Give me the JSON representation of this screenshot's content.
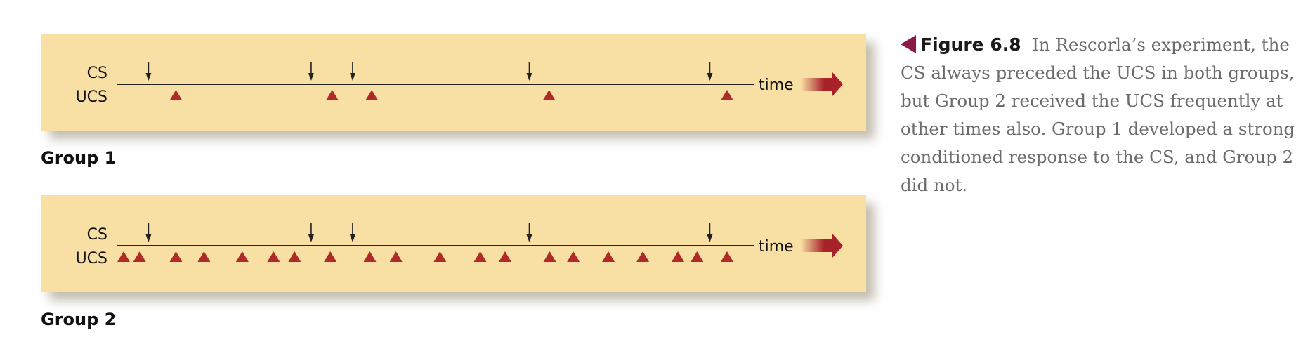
{
  "colors": {
    "panel": "#f8dfa3",
    "triangle": "#b02a2a",
    "arrow_fill": "#a8222a",
    "caption_marker": "#8b1a47"
  },
  "panels": [
    {
      "group_label": "Group 1",
      "cs_label": "CS",
      "ucs_label": "UCS",
      "time_label": "time",
      "cs_times": [
        0.05,
        0.305,
        0.37,
        0.647,
        0.93
      ],
      "ucs_times": [
        0.093,
        0.338,
        0.4,
        0.678,
        0.957
      ]
    },
    {
      "group_label": "Group 2",
      "cs_label": "CS",
      "ucs_label": "UCS",
      "time_label": "time",
      "cs_times": [
        0.05,
        0.305,
        0.37,
        0.647,
        0.93
      ],
      "ucs_times": [
        0.011,
        0.036,
        0.093,
        0.137,
        0.197,
        0.246,
        0.279,
        0.335,
        0.397,
        0.438,
        0.507,
        0.57,
        0.609,
        0.679,
        0.716,
        0.771,
        0.825,
        0.88,
        0.91,
        0.957
      ]
    }
  ],
  "caption": {
    "figure_label": "Figure 6.8",
    "text": "In Rescorla’s experiment, the CS always preceded the UCS in both groups, but Group 2 received the UCS frequently at other times also. Group 1 developed a strong conditioned response to the CS, and Group 2 did not."
  }
}
